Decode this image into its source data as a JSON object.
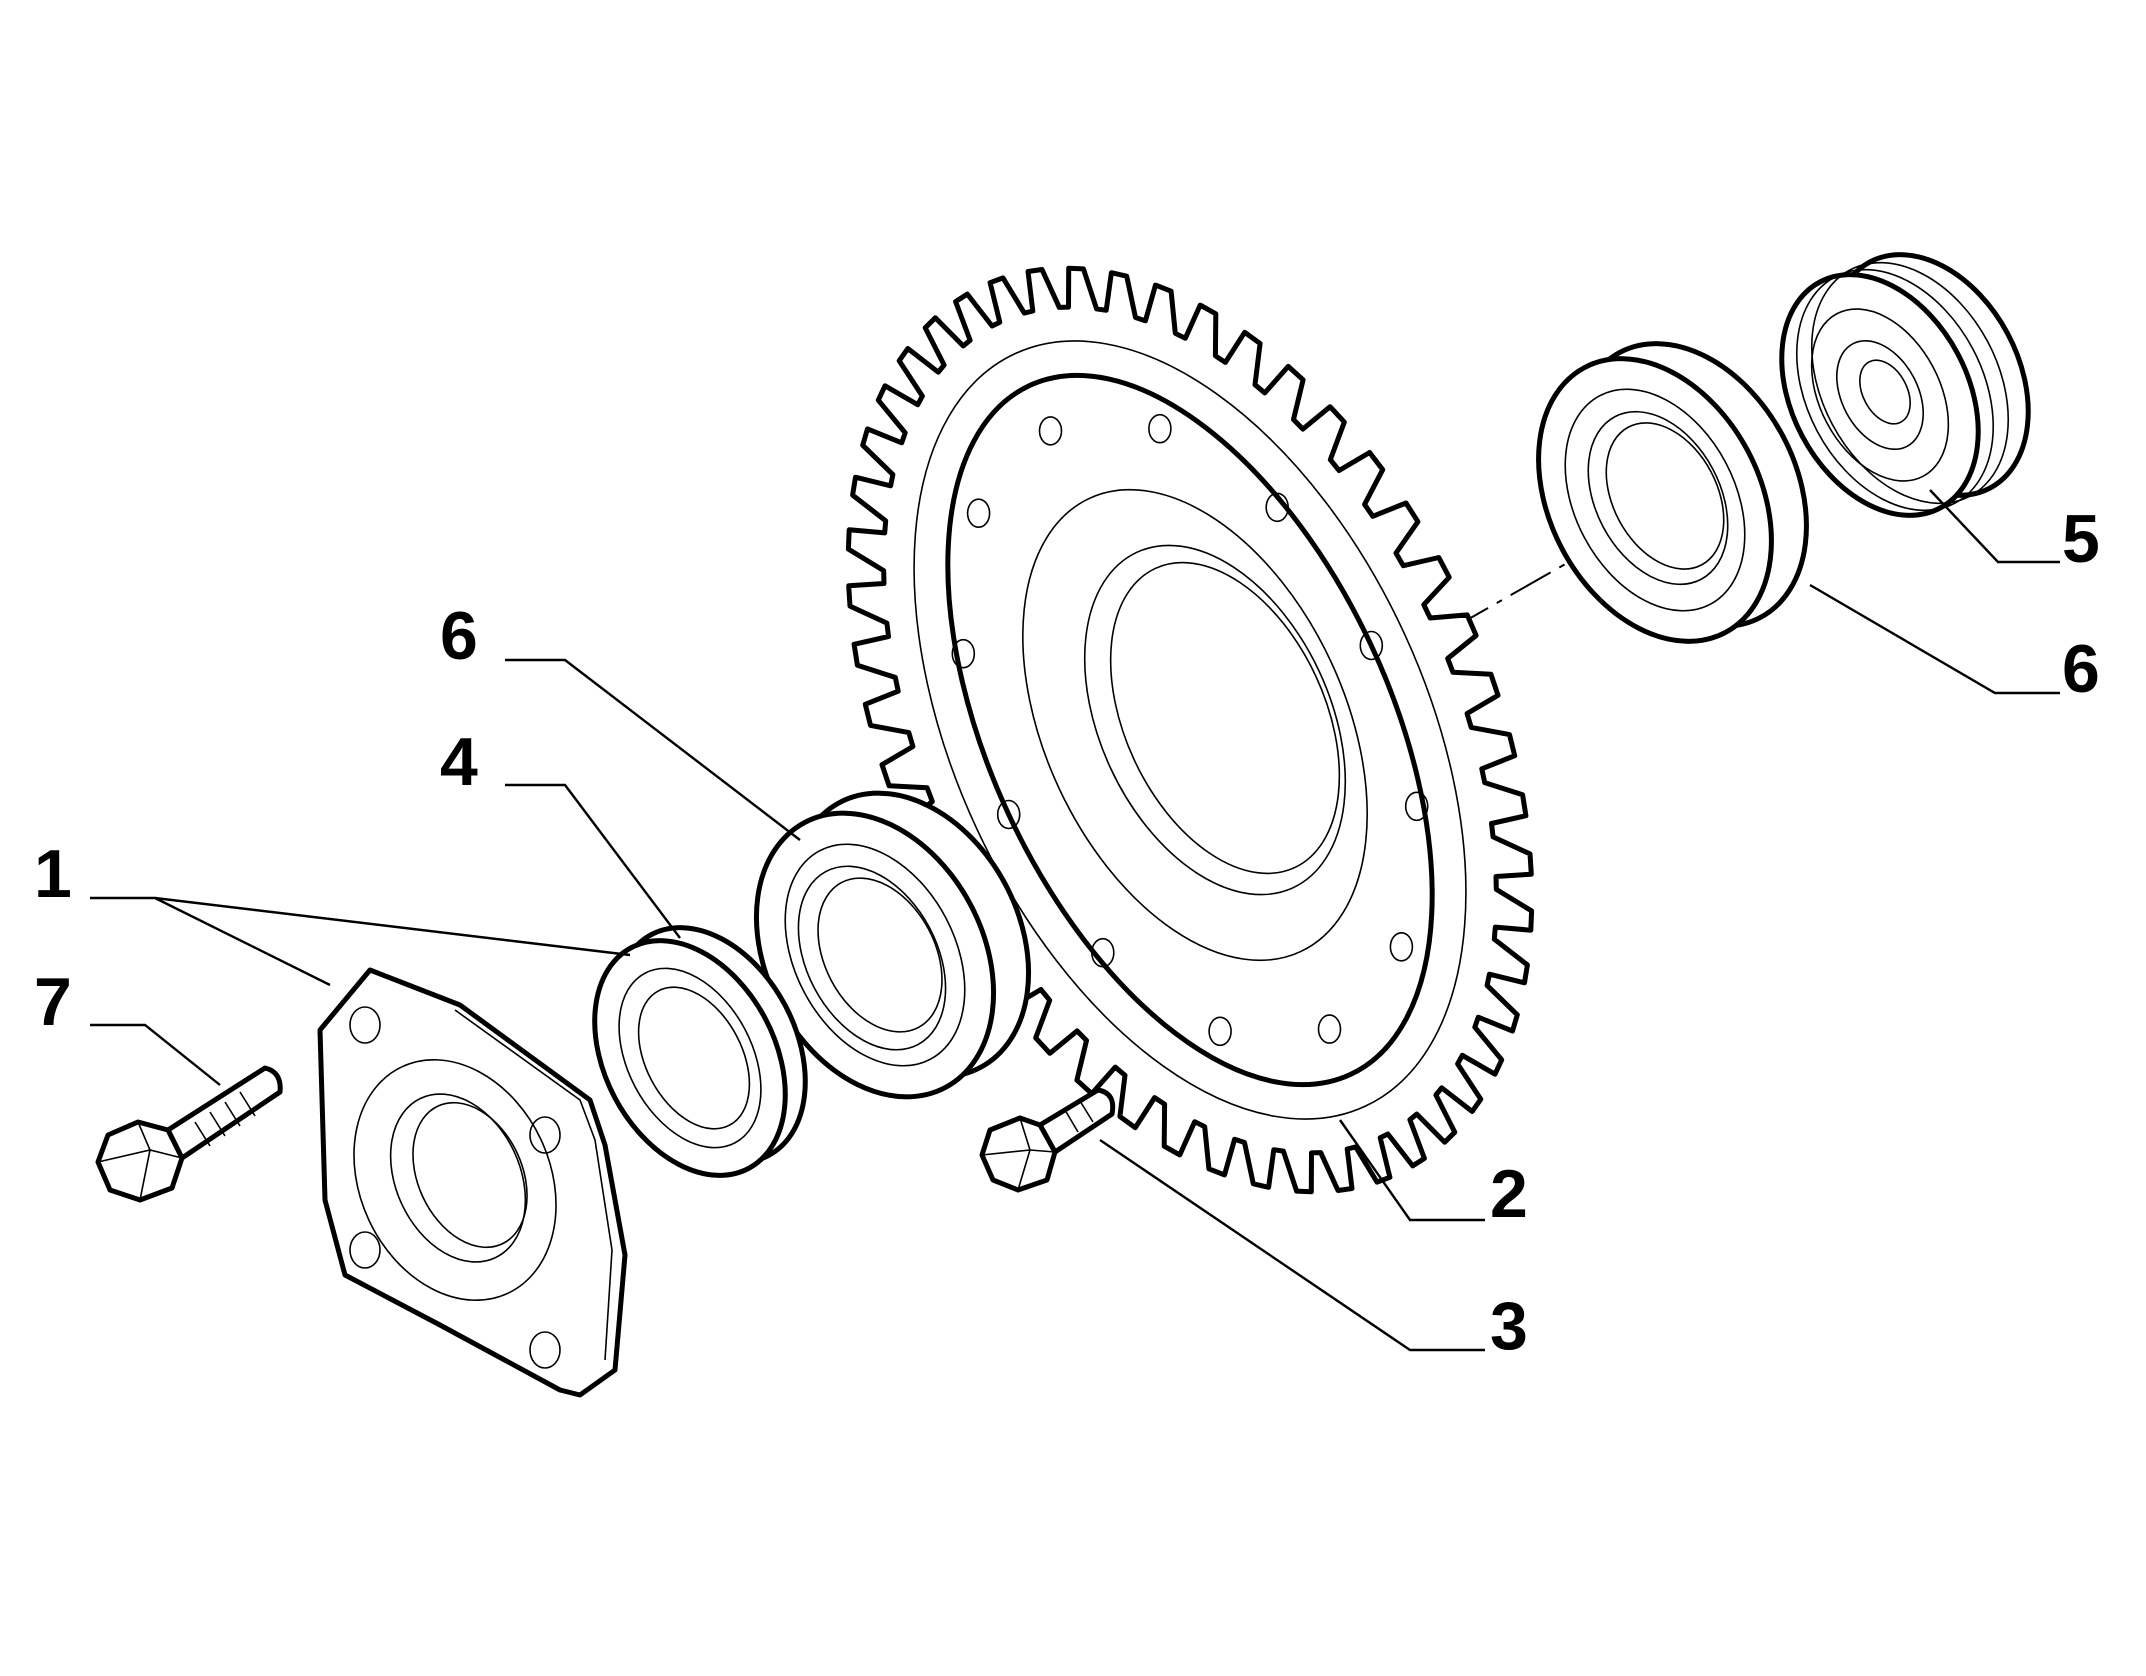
{
  "callouts": [
    {
      "id": "label-1",
      "text": "1"
    },
    {
      "id": "label-7",
      "text": "7"
    },
    {
      "id": "label-4",
      "text": "4"
    },
    {
      "id": "label-6-left",
      "text": "6"
    },
    {
      "id": "label-2",
      "text": "2"
    },
    {
      "id": "label-3",
      "text": "3"
    },
    {
      "id": "label-5",
      "text": "5"
    },
    {
      "id": "label-6-right",
      "text": "6"
    }
  ],
  "colors": {
    "line": "#000000",
    "background": "#ffffff"
  }
}
